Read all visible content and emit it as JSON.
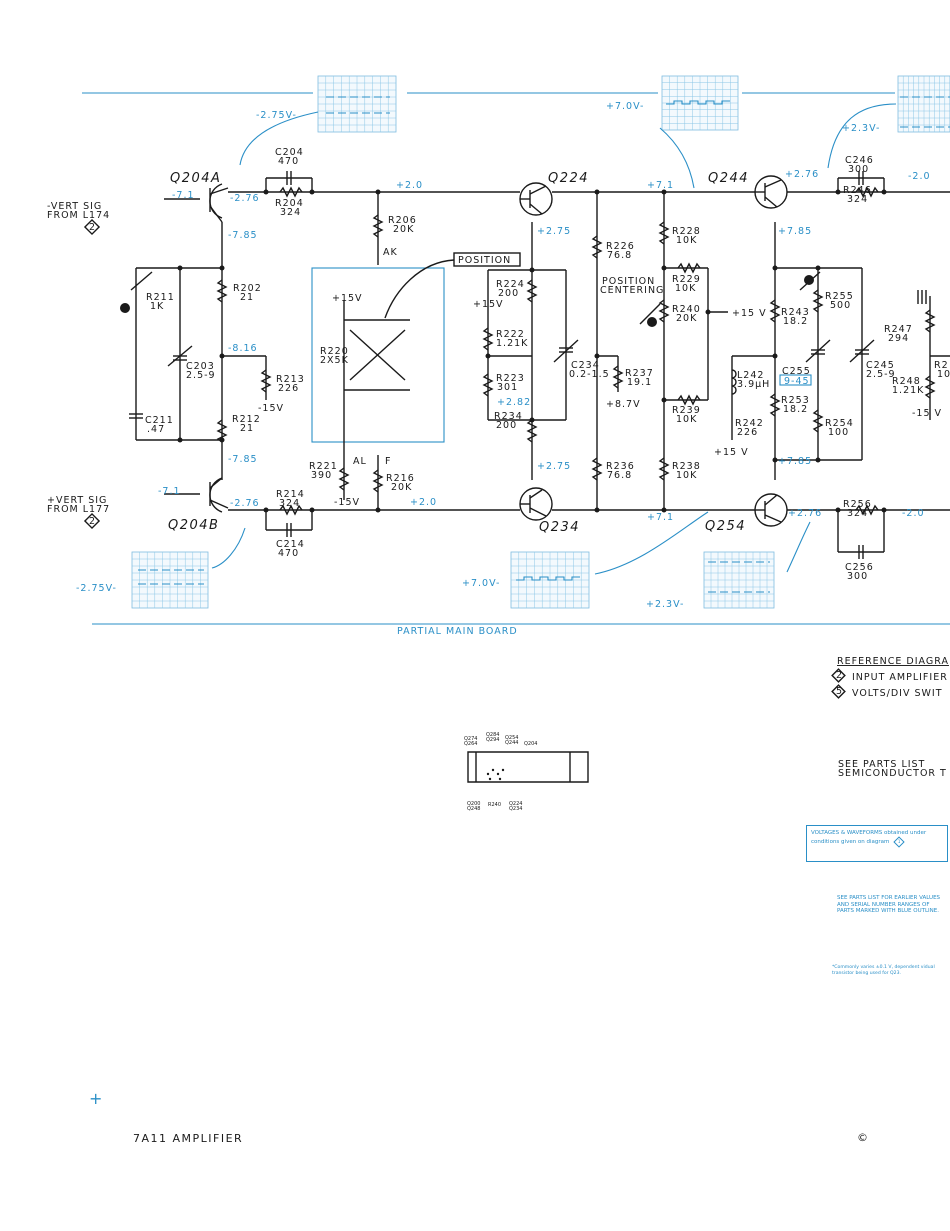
{
  "transistors": {
    "q204a": "Q204A",
    "q204b": "Q204B",
    "q224": "Q224",
    "q234": "Q234",
    "q244": "Q244",
    "q254": "Q254"
  },
  "inputs": {
    "vert_minus_1": "-VERT SIG",
    "vert_minus_2": "FROM L174",
    "vert_plus_1": "+VERT SIG",
    "vert_plus_2": "FROM L177",
    "diag_ref": "2"
  },
  "components": {
    "c204_a": "C204",
    "c204_b": "470",
    "r204_a": "R204",
    "r204_b": "324",
    "r206_a": "R206",
    "r206_b": "20K",
    "r211_a": "R211",
    "r211_b": "1K",
    "r202_a": "R202",
    "r202_b": "21",
    "c203_a": "C203",
    "c203_b": "2.5-9",
    "r213_a": "R213",
    "r213_b": "226",
    "c211_a": "C211",
    "c211_b": ".47",
    "r212_a": "R212",
    "r212_b": "21",
    "r214_a": "R214",
    "r214_b": "324",
    "c214_a": "C214",
    "c214_b": "470",
    "r220_a": "R220",
    "r220_b": "2X5K",
    "r221_a": "R221",
    "r221_b": "390",
    "r216_a": "R216",
    "r216_b": "20K",
    "r224_a": "R224",
    "r224_b": "200",
    "r222_a": "R222",
    "r222_b": "1.21K",
    "r223_a": "R223",
    "r223_b": "301",
    "r234_a": "R234",
    "r234_b": "200",
    "c234_a": "C234",
    "c234_b": "0.2-1.5",
    "r226_a": "R226",
    "r226_b": "76.8",
    "r237_a": "R237",
    "r237_b": "19.1",
    "r236_a": "R236",
    "r236_b": "76.8",
    "r228_a": "R228",
    "r228_b": "10K",
    "r229_a": "R229",
    "r229_b": "10K",
    "r240_a": "R240",
    "r240_b": "20K",
    "r239_a": "R239",
    "r239_b": "10K",
    "r238_a": "R238",
    "r238_b": "10K",
    "r243_a": "R243",
    "r243_b": "18.2",
    "r255_a": "R255",
    "r255_b": "500",
    "c255_a": "C255",
    "c255_b": "9-45",
    "l242_a": "L242",
    "l242_b": "3.9μH",
    "r253_a": "R253",
    "r253_b": "18.2",
    "r242_a": "R242",
    "r242_b": "226",
    "r254_a": "R254",
    "r254_b": "100",
    "c245_a": "C245",
    "c245_b": "2.5-9",
    "r247_a": "R247",
    "r247_b": "294",
    "r248_a": "R248",
    "r248_b": "1.21K",
    "r2_a": "R2",
    "r2_b": "10",
    "c246_a": "C246",
    "c246_b": "300",
    "r246_a": "R246",
    "r246_b": "324",
    "r256_a": "R256",
    "r256_b": "324",
    "c256_a": "C256",
    "c256_b": "300"
  },
  "labels": {
    "position": "POSITION",
    "position_centering_1": "POSITION",
    "position_centering_2": "CENTERING",
    "ak": "AK",
    "al": "AL",
    "f": "F",
    "plus15v": "+15V",
    "minus15v": "-15V",
    "plus15v_sp": "+15 V",
    "minus15v_sp": "-15 V"
  },
  "voltages": {
    "v_q204a_b": "-7.1",
    "v_q204a_e": "-2.76",
    "v_q204a_c": "-7.85",
    "v_top_bus": "+2.0",
    "v_mid": "-8.16",
    "v_q204b_c": "-7.85",
    "v_q204b_b": "-7.1",
    "v_q204b_e": "-2.76",
    "v_bot_bus": "+2.0",
    "v_q224_e": "+2.75",
    "v_q234_e": "+2.75",
    "v_282": "+2.82",
    "v_q224_c": "+7.1",
    "v_q234_c": "+7.1",
    "v_87": "+8.7V",
    "v_q244_e": "+2.76",
    "v_q244_c": "+7.85",
    "v_q254_c": "+7.85",
    "v_q254_e": "+2.76",
    "v_out_top": "-2.0",
    "v_out_bot": "-2.0",
    "scope_275a": "-2.75V-",
    "scope_275b": "-2.75V-",
    "scope_70a": "+7.0V-",
    "scope_70b": "+7.0V-",
    "scope_23a": "+2.3V-",
    "scope_23b": "+2.3V-"
  },
  "board_title": "PARTIAL MAIN BOARD",
  "reference": {
    "title": "REFERENCE DIAGRA",
    "item1_num": "2",
    "item1_text": "INPUT AMPLIFIER",
    "item2_num": "5",
    "item2_text": "VOLTS/DIV SWIT"
  },
  "parts_note": {
    "line1": "SEE PARTS LIST",
    "line2": "SEMICONDUCTOR T"
  },
  "waveform_note": {
    "text": "VOLTAGES & WAVEFORMS obtained under conditions given on diagram",
    "ref": "1"
  },
  "blue_outline_note": "SEE PARTS LIST FOR EARLIER VALUES AND SERIAL NUMBER RANGES OF PARTS MARKED WITH BLUE OUTLINE.",
  "commonly_note": "*Commonly varies ±0.1 V, dependent vidual transistor being used for Q23.",
  "board_locator": {
    "q274": "Q274",
    "q264": "Q264",
    "q284": "Q284",
    "q294": "Q294",
    "q254l": "Q254",
    "q244l": "Q244",
    "q204": "Q204",
    "q200": "Q200",
    "q248": "Q248",
    "r240l": "R240",
    "q224l": "Q224",
    "q234l": "Q234"
  },
  "footer": {
    "title": "7A11 AMPLIFIER",
    "copyright": "©"
  },
  "colors": {
    "ink": "#1a1a1a",
    "blue": "#2a8fc7"
  }
}
